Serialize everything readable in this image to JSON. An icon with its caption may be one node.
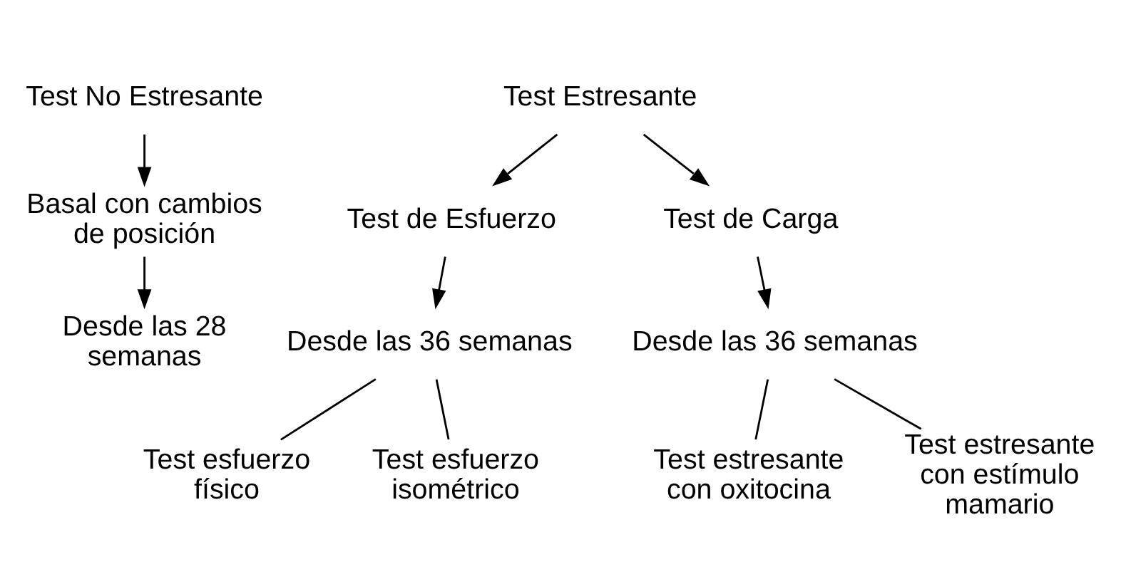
{
  "diagram": {
    "nodes": [
      {
        "text": [
          "Test No Estresante"
        ]
      },
      {
        "text": [
          "Basal con cambios de posición"
        ]
      },
      {
        "text": [
          "Desde las 28 semanas"
        ]
      },
      {
        "text": [
          "Test Estresante"
        ]
      },
      {
        "text": [
          "Test de Esfuerzo"
        ]
      },
      {
        "text": [
          "Test de Carga"
        ]
      },
      {
        "text": [
          "Desde las 36 semanas"
        ]
      },
      {
        "text": [
          "Desde las 36 semanas"
        ]
      },
      {
        "text": [
          "Test esfuerzo físico"
        ]
      },
      {
        "text": [
          "Test esfuerzo isométrico"
        ]
      },
      {
        "text": [
          "Test estresante con oxitocina"
        ]
      },
      {
        "text": [
          "Test estresante con estímulo mamario"
        ]
      }
    ],
    "edges": [
      {
        "from": 0,
        "to": 1,
        "arrow": "to"
      },
      {
        "from": 1,
        "to": 2,
        "arrow": "to"
      },
      {
        "from": 3,
        "to": 4,
        "arrow": "to"
      },
      {
        "from": 3,
        "to": 5,
        "arrow": "to"
      },
      {
        "from": 4,
        "to": 6,
        "arrow": "to"
      },
      {
        "from": 5,
        "to": 7,
        "arrow": "to"
      },
      {
        "from": 6,
        "to": 8,
        "arrow": "none"
      },
      {
        "from": 6,
        "to": 9,
        "arrow": "none"
      },
      {
        "from": 7,
        "to": 10,
        "arrow": "none"
      },
      {
        "from": 7,
        "to": 11,
        "arrow": "none"
      }
    ]
  }
}
